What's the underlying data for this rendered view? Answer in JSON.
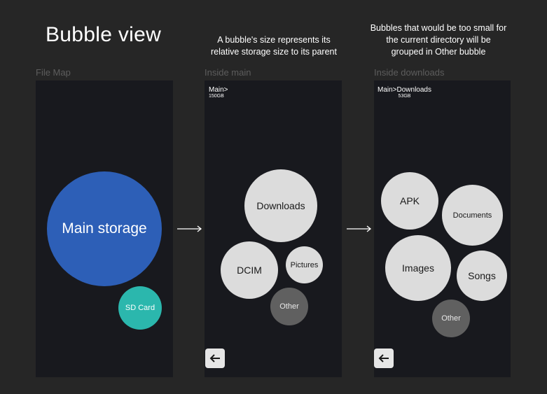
{
  "title": "Bubble view",
  "notes": {
    "size": "A bubble's size represents its relative storage size to its parent",
    "grouping": "Bubbles that would be too small for the current directory will be grouped in Other bubble"
  },
  "panels": {
    "file_map": {
      "label": "File Map",
      "bubbles": {
        "main": "Main storage",
        "sd": "SD Card"
      },
      "colors": {
        "main": "#2d5fb7",
        "sd": "#2bb7ad"
      }
    },
    "inside_main": {
      "label": "Inside main",
      "breadcrumb": "Main>",
      "size": "150GB",
      "bubbles": {
        "downloads": "Downloads",
        "dcim": "DCIM",
        "pictures": "Pictures",
        "other": "Other"
      }
    },
    "inside_downloads": {
      "label": "Inside downloads",
      "breadcrumb": "Main>Downloads",
      "size": "53GB",
      "bubbles": {
        "apk": "APK",
        "documents": "Documents",
        "images": "Images",
        "songs": "Songs",
        "other": "Other"
      }
    }
  },
  "icons": {
    "back": "arrow-left-icon",
    "flow": "long-arrow-right-icon"
  }
}
